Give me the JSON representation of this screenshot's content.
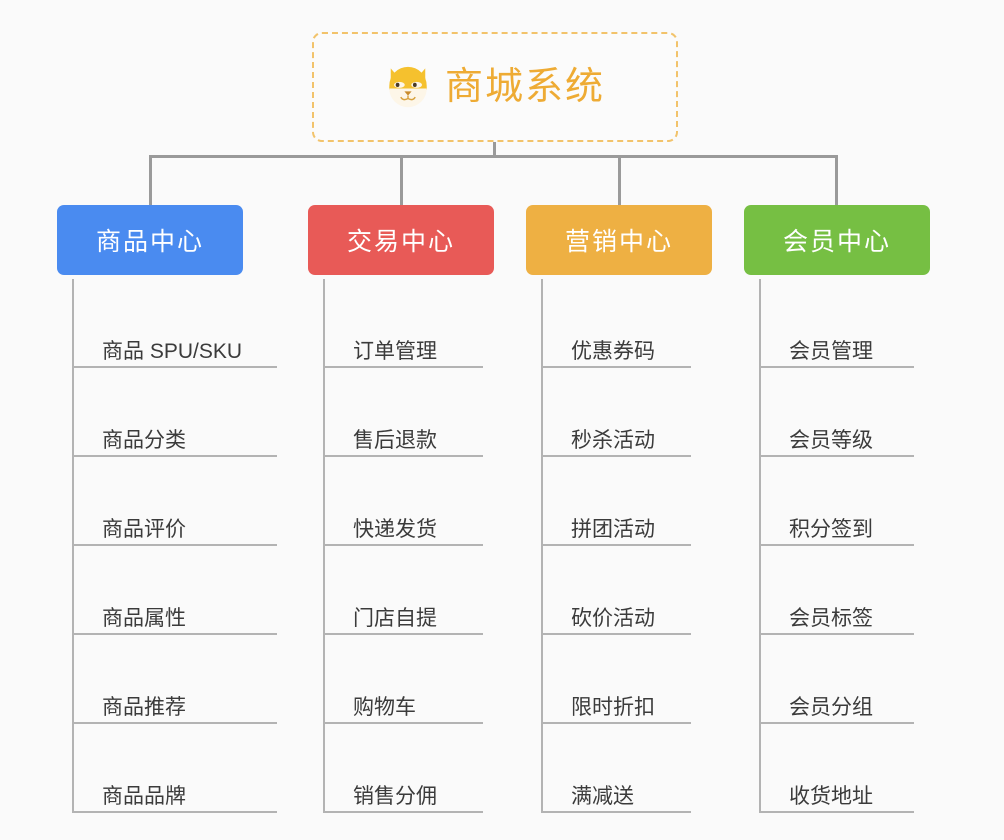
{
  "diagram": {
    "type": "mind-map",
    "background_color": "#fafafa",
    "root": {
      "title": "商城系统",
      "icon": "dog-face-icon",
      "text_color": "#eeab34",
      "border_color": "#f2c36b",
      "border_style": "dashed"
    },
    "connector_color": "#9a9a9a",
    "leaf_line_color": "#b3b3b3",
    "leaf_text_color": "#3b3b3b",
    "branches": [
      {
        "label": "商品中心",
        "color": "#4a8bf0",
        "items": [
          "商品 SPU/SKU",
          "商品分类",
          "商品评价",
          "商品属性",
          "商品推荐",
          "商品品牌"
        ]
      },
      {
        "label": "交易中心",
        "color": "#e85a57",
        "items": [
          "订单管理",
          "售后退款",
          "快递发货",
          "门店自提",
          "购物车",
          "销售分佣"
        ]
      },
      {
        "label": "营销中心",
        "color": "#eeb043",
        "items": [
          "优惠券码",
          "秒杀活动",
          "拼团活动",
          "砍价活动",
          "限时折扣",
          "满减送"
        ]
      },
      {
        "label": "会员中心",
        "color": "#76bf43",
        "items": [
          "会员管理",
          "会员等级",
          "积分签到",
          "会员标签",
          "会员分组",
          "收货地址"
        ]
      }
    ]
  }
}
